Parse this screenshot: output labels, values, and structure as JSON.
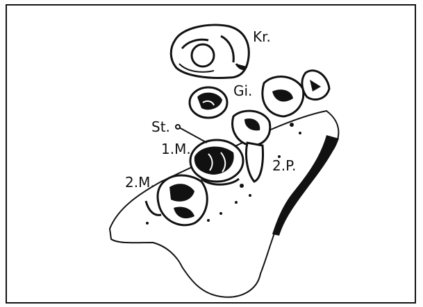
{
  "figure": {
    "labels": {
      "crown": "Kr.",
      "gi": "Gi.",
      "st": "St.",
      "first_molar": "1.M.",
      "second_molar": "2.M.",
      "second_premolar": "2.P."
    },
    "colors": {
      "ink": "#111111",
      "paper": "#ffffff"
    }
  }
}
